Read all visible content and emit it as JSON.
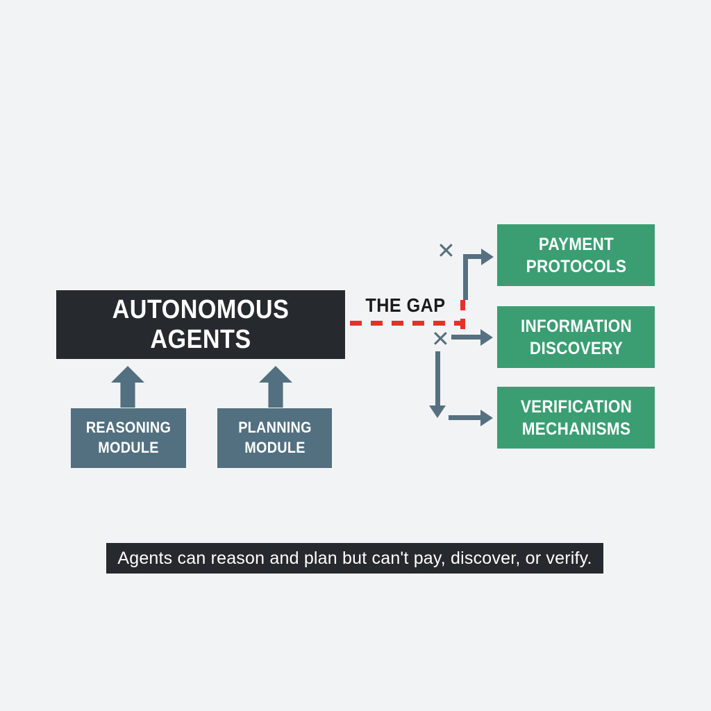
{
  "colors": {
    "background": "#f2f3f5",
    "dark": "#26292d",
    "green": "#3a9e72",
    "slate": "#52707f",
    "arrow": "#56707f",
    "red": "#e63029",
    "white": "#ffffff",
    "gap_text": "#1b1b1d"
  },
  "diagram": {
    "main_box": {
      "label": "AUTONOMOUS AGENTS"
    },
    "gap": {
      "label": "THE GAP"
    },
    "modules": [
      {
        "label": "REASONING MODULE"
      },
      {
        "label": "PLANNING MODULE"
      }
    ],
    "capabilities": [
      {
        "label": "PAYMENT PROTOCOLS"
      },
      {
        "label": "INFORMATION DISCOVERY"
      },
      {
        "label": "VERIFICATION MECHANISMS"
      }
    ],
    "x_marks": [
      {
        "glyph": "✕"
      },
      {
        "glyph": "✕"
      }
    ],
    "caption": {
      "text": "Agents can reason and plan but can't pay, discover, or verify."
    }
  }
}
